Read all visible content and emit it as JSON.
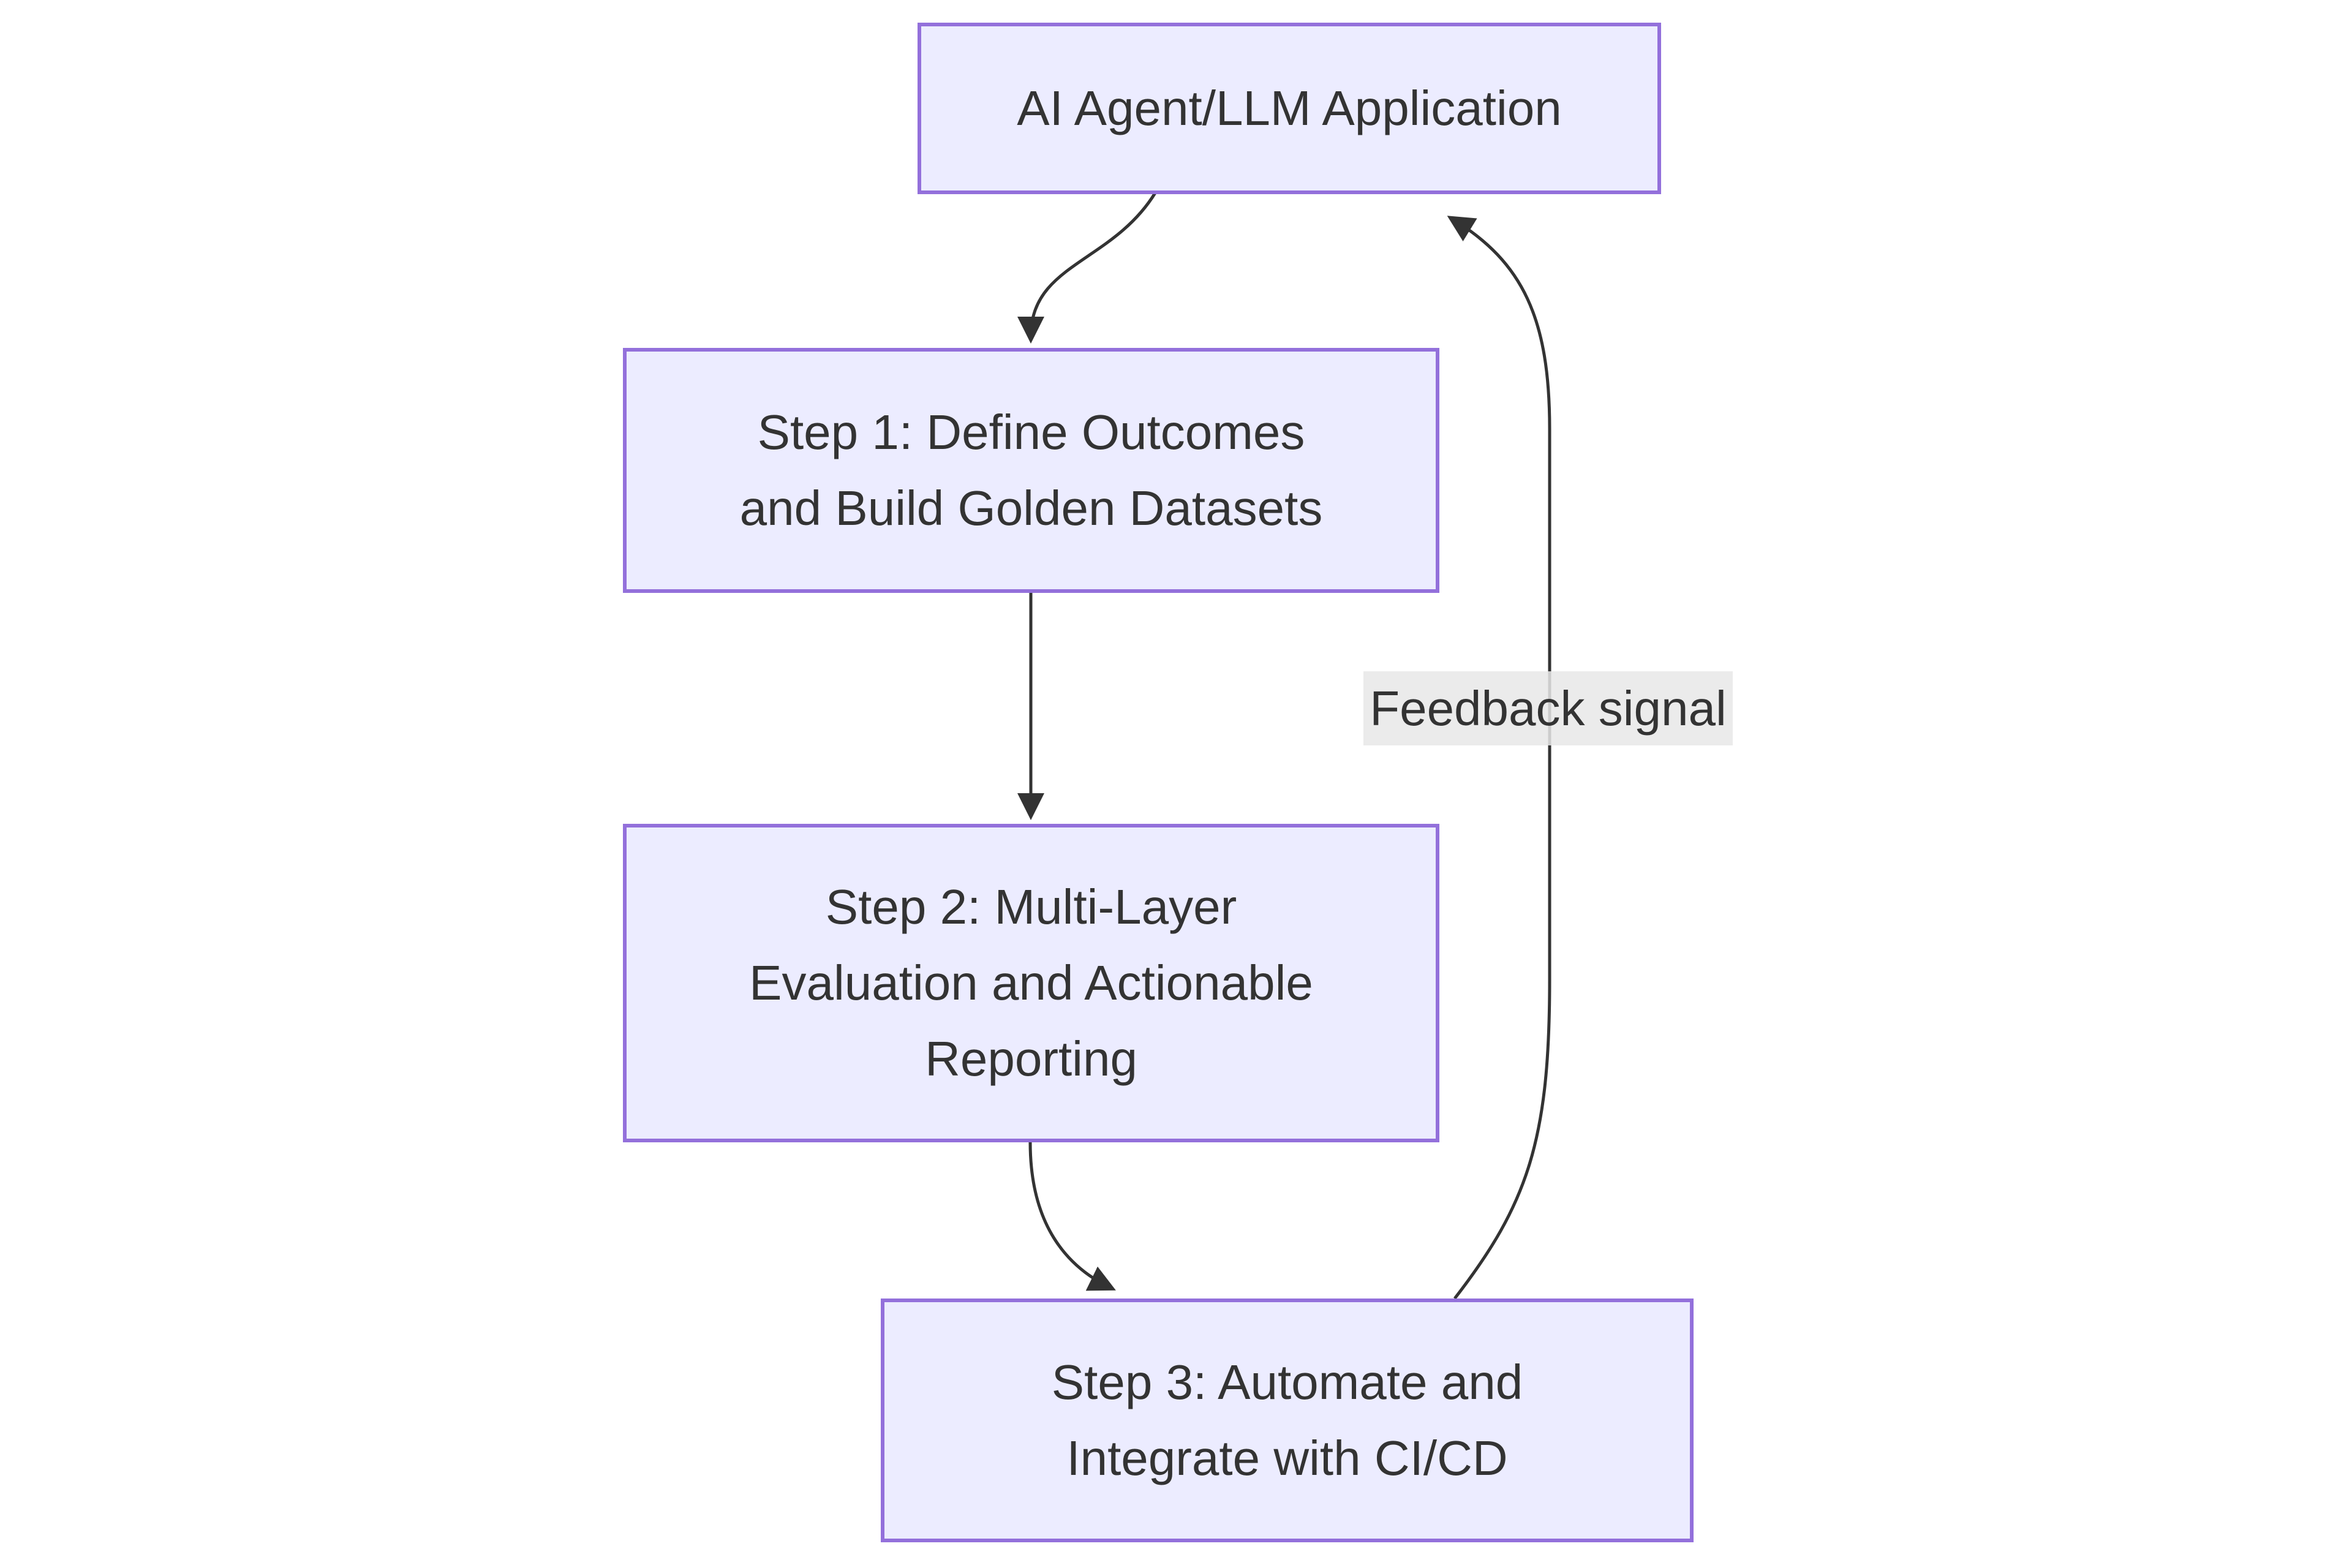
{
  "diagram": {
    "type": "flowchart",
    "nodes": [
      {
        "id": "app",
        "lines": [
          "AI Agent/LLM Application"
        ]
      },
      {
        "id": "step1",
        "lines": [
          "Step 1: Define Outcomes",
          "and Build Golden Datasets"
        ]
      },
      {
        "id": "step2",
        "lines": [
          "Step 2: Multi-Layer",
          "Evaluation and Actionable",
          "Reporting"
        ]
      },
      {
        "id": "step3",
        "lines": [
          "Step 3: Automate and",
          "Integrate with CI/CD"
        ]
      }
    ],
    "edges": [
      {
        "from": "app",
        "to": "step1",
        "label": ""
      },
      {
        "from": "step1",
        "to": "step2",
        "label": ""
      },
      {
        "from": "step2",
        "to": "step3",
        "label": ""
      },
      {
        "from": "step3",
        "to": "app",
        "label": "Feedback signal"
      }
    ],
    "colors": {
      "background": "#ffffff",
      "node_fill": "#ECECFF",
      "node_border": "#9370DB",
      "edge": "#333333",
      "edge_label_bg": "rgba(232,232,232,0.85)",
      "text": "#333333"
    }
  }
}
